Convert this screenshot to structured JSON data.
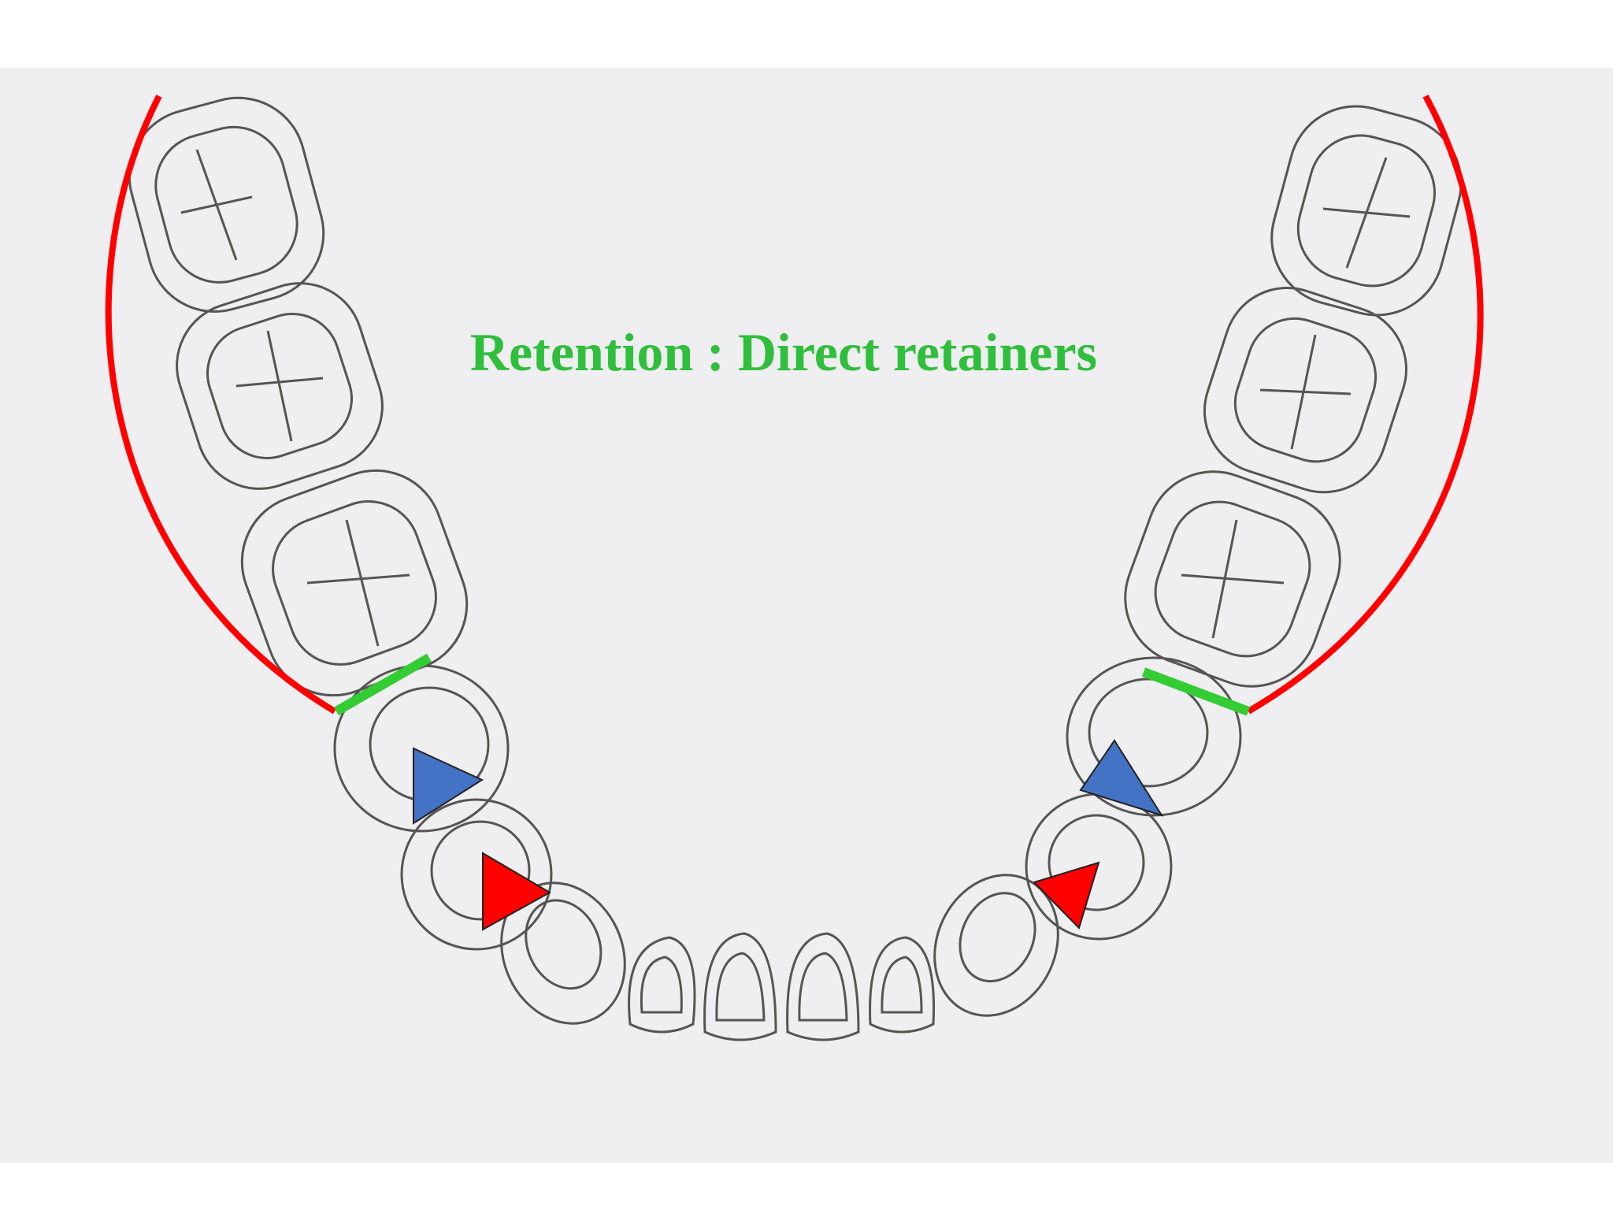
{
  "title": "Retention : Direct retainers",
  "colors": {
    "title": "#2fbf3c",
    "background": "#efeef0",
    "tooth_outline": "#555555",
    "red_arc": "#ff0000",
    "green_marker": "#33cc33",
    "blue_arrow": "#4472c4",
    "red_arrow": "#ff0000"
  },
  "annotations": {
    "direct_retainer_arrows": 2,
    "indirect_retainer_arrows": 2,
    "saddle_arcs": 2
  }
}
